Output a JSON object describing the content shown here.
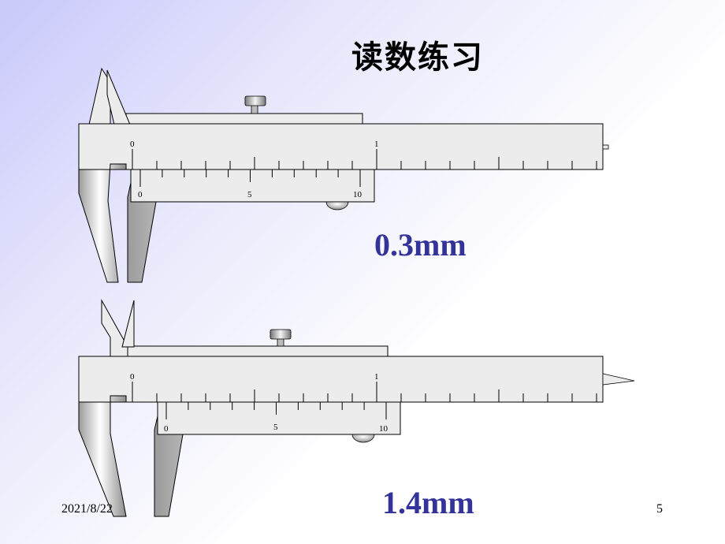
{
  "slide": {
    "title": "读数练习",
    "footer_date": "2021/8/22",
    "page_number": "5"
  },
  "calipers": [
    {
      "main_scale_labels": [
        "0",
        "1"
      ],
      "vernier_labels": [
        "0",
        "5",
        "10"
      ],
      "reading": "0.3mm"
    },
    {
      "main_scale_labels": [
        "0",
        "1"
      ],
      "vernier_labels": [
        "0",
        "5",
        "10"
      ],
      "reading": "1.4mm"
    }
  ],
  "colors": {
    "title": "#000000",
    "reading": "#333399",
    "caliper_fill": "#e6e6e6",
    "caliper_stroke": "#000000"
  }
}
